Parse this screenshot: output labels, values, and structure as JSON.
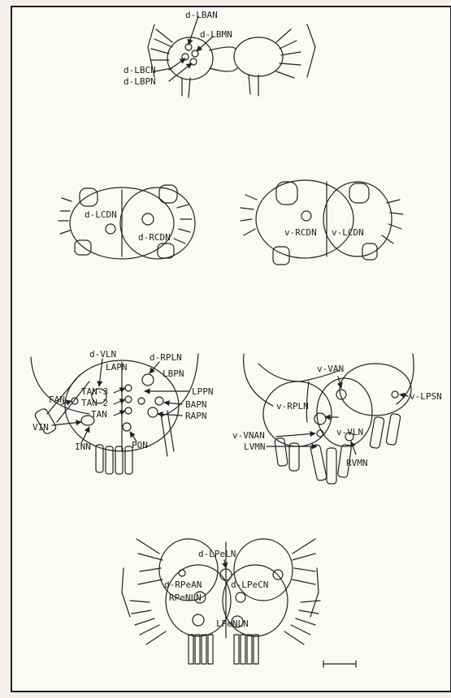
{
  "panels": {
    "p1": [
      "d-LBAN",
      "d-LBMN",
      "d-LBCN",
      "d-LBPN"
    ],
    "p2": [
      "d-LCDN",
      "d-RCDN"
    ],
    "p3": [
      "v-RCDN",
      "v-LCDN"
    ],
    "p4": [
      "d-VLN",
      "d-RPLN",
      "LAPN",
      "LBPN",
      "FAN",
      "TAN-3",
      "TAN-2",
      "TAN",
      "LPPN",
      "BAPN",
      "RAPN",
      "VIN",
      "INN",
      "PON"
    ],
    "p5": [
      "v-VAN",
      "v-RPLN",
      "v-LPSN",
      "v-VNAN",
      "v-VLN",
      "LVMN",
      "RVMN"
    ],
    "p6": [
      "d-LPeLN",
      "d-RPeAN",
      "d-LPeCN",
      "RPeNLN",
      "LPeNLN"
    ]
  },
  "colors": {
    "ink": "#222222",
    "paper": "#fafaf7",
    "bg": "#f4f1ec"
  }
}
